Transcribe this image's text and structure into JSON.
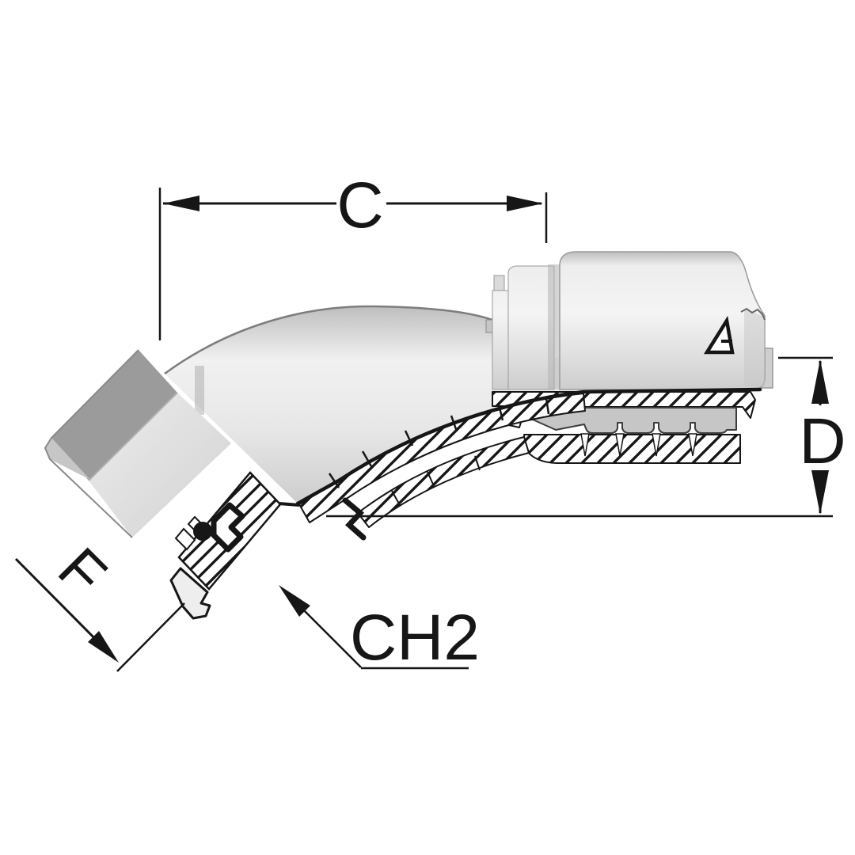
{
  "figure": {
    "description": "45 degree female swivel elbow hose fitting, half-section technical drawing",
    "labels": {
      "dim_c": "C",
      "dim_d": "D",
      "dim_f": "F",
      "leader_ch2": "CH2"
    },
    "colors": {
      "background": "#ffffff",
      "line": "#161616",
      "metal_light": "#f2f2f2",
      "metal_mid": "#d6d6d6",
      "metal_dark": "#9b9b9b",
      "hatch_line": "#161616"
    }
  }
}
